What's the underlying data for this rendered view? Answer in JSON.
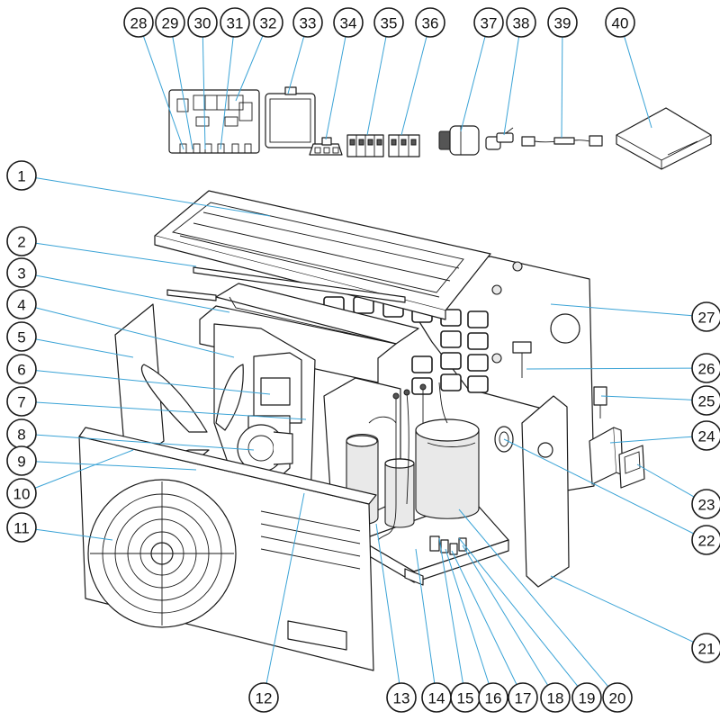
{
  "diagram": {
    "background": "#ffffff",
    "leader_color": "#3aa3d6",
    "line_color": "#1a1a1a",
    "callouts": [
      {
        "id": "1"
      },
      {
        "id": "2"
      },
      {
        "id": "3"
      },
      {
        "id": "4"
      },
      {
        "id": "5"
      },
      {
        "id": "6"
      },
      {
        "id": "7"
      },
      {
        "id": "8"
      },
      {
        "id": "9"
      },
      {
        "id": "10"
      },
      {
        "id": "11"
      },
      {
        "id": "12"
      },
      {
        "id": "13"
      },
      {
        "id": "14"
      },
      {
        "id": "15"
      },
      {
        "id": "16"
      },
      {
        "id": "17"
      },
      {
        "id": "18"
      },
      {
        "id": "19"
      },
      {
        "id": "20"
      },
      {
        "id": "21"
      },
      {
        "id": "22"
      },
      {
        "id": "23"
      },
      {
        "id": "24"
      },
      {
        "id": "25"
      },
      {
        "id": "26"
      },
      {
        "id": "27"
      },
      {
        "id": "28"
      },
      {
        "id": "29"
      },
      {
        "id": "30"
      },
      {
        "id": "31"
      },
      {
        "id": "32"
      },
      {
        "id": "33"
      },
      {
        "id": "34"
      },
      {
        "id": "35"
      },
      {
        "id": "36"
      },
      {
        "id": "37"
      },
      {
        "id": "38"
      },
      {
        "id": "39"
      },
      {
        "id": "40"
      }
    ]
  }
}
